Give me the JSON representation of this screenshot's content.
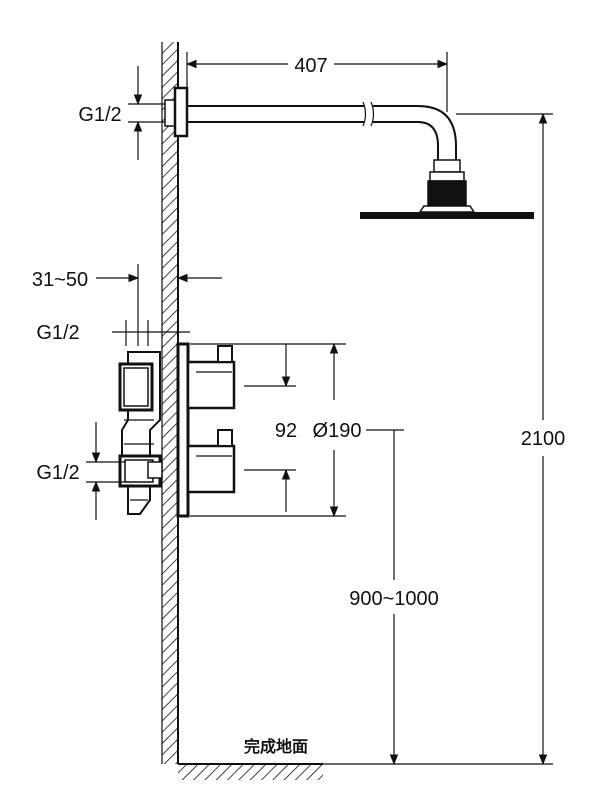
{
  "dimensions": {
    "arm_length": "407",
    "pipe_thread_top": "G1/2",
    "wall_depth": "31~50",
    "pipe_thread_mid": "G1/2",
    "pipe_thread_bottom": "G1/2",
    "valve_spacing": "92",
    "plate_diameter": "Ø190",
    "total_height": "2100",
    "valve_height": "900~1000"
  },
  "labels": {
    "floor": "完成地面"
  }
}
